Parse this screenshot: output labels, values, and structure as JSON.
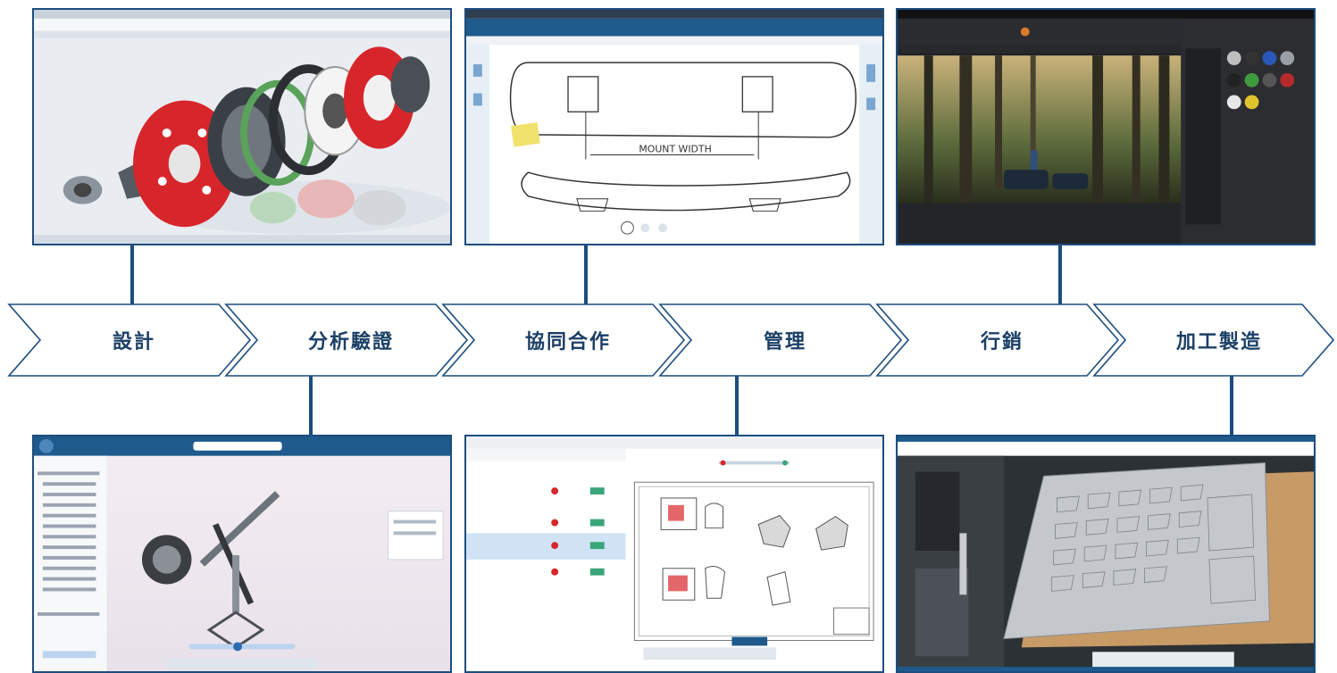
{
  "stages": [
    {
      "label": "設計"
    },
    {
      "label": "分析驗證"
    },
    {
      "label": "協同合作"
    },
    {
      "label": "管理"
    },
    {
      "label": "行銷"
    },
    {
      "label": "加工製造"
    }
  ],
  "screenshots": {
    "design": {
      "subject": "exploded-gear-assembly"
    },
    "collaboration": {
      "subject": "skateboard-sketch",
      "handwritten_text": "MOUNT WIDTH"
    },
    "marketing": {
      "subject": "forest-render"
    },
    "analysis": {
      "subject": "mechanism-simulation"
    },
    "management": {
      "subject": "drawing-review"
    },
    "manufacturing": {
      "subject": "cnc-nesting"
    }
  },
  "colors": {
    "accent": "#1c4d7e",
    "chevron_stroke": "#1c4d7e",
    "label_text": "#1b3f66",
    "highlight_red": "#d7262b"
  }
}
